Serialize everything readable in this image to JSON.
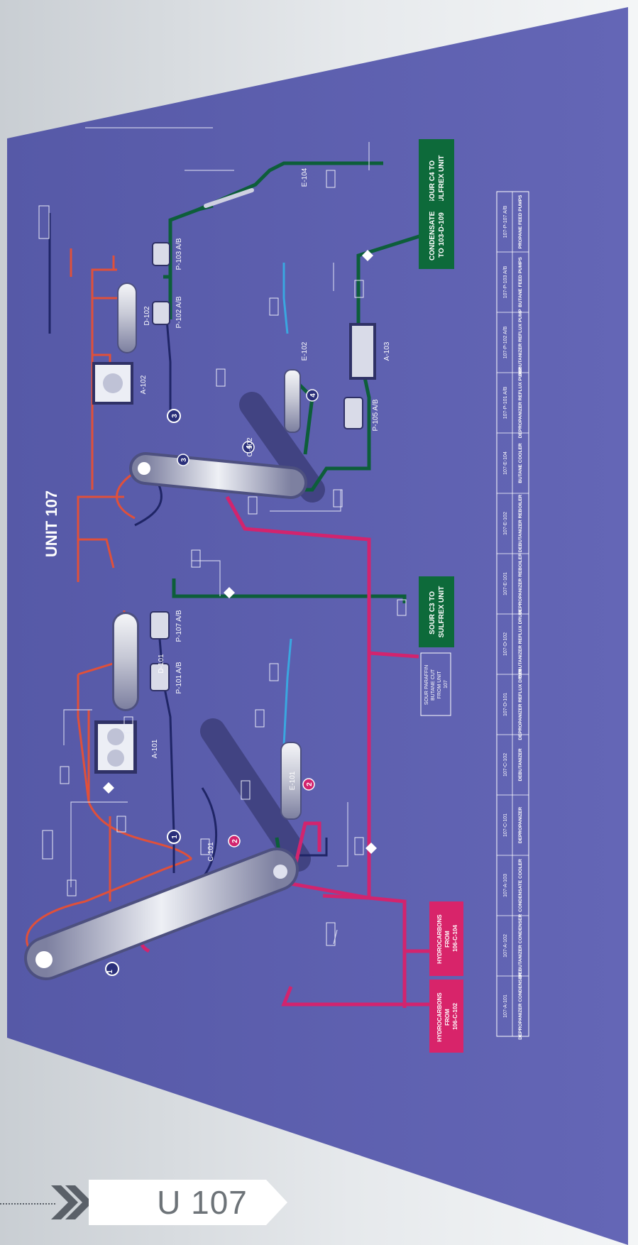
{
  "title": "UNIT 107",
  "footer_tag": "U 107",
  "colors": {
    "board": "#5c5fae",
    "red_line": "#e0503a",
    "green_line": "#0e5c3c",
    "navy_line": "#2a2f7a",
    "magenta_line": "#d2246e",
    "blue_line": "#3aa7e0",
    "green_box": "#0d6a3a",
    "magenta_box": "#d8246a"
  },
  "equipment": {
    "c101": "C-101",
    "c102": "C-102",
    "e101": "E-101",
    "e102": "E-102",
    "e104": "E-104",
    "a101": "A-101",
    "a102": "A-102",
    "a103": "A-103",
    "d101": "D-101",
    "d102": "D-102",
    "p101": "P-101 A/B",
    "p102": "P-102 A/B",
    "p103": "P-103 A/B",
    "p105": "P-105 A/B",
    "p107": "P-107 A/B"
  },
  "streams": {
    "sour_c4": [
      "SOUR C4 TO",
      "SULFREX UNIT"
    ],
    "condensate": [
      "CONDENSATE",
      "TO 103-D-109"
    ],
    "sour_c3": [
      "SOUR C3 TO",
      "SULFREX UNIT"
    ],
    "sour_butane": [
      "SOUR PARAFFIN",
      "BUTANE CUT",
      "FROM UNIT",
      "107"
    ],
    "hydro_1": [
      "HYDROCARBONS",
      "FROM",
      "106-C-104"
    ],
    "hydro_2": [
      "HYDROCARBONS",
      "FROM",
      "106-C-102"
    ]
  },
  "markers": [
    "1",
    "2",
    "3",
    "4"
  ],
  "legend": [
    {
      "code": "107-P-107 A/B",
      "desc": "PROPANE FEED PUMPS"
    },
    {
      "code": "107-P-103 A/B",
      "desc": "BUTANE FEED PUMPS"
    },
    {
      "code": "107-P-102 A/B",
      "desc": "DEBUTANIZER REFLUX PUMP"
    },
    {
      "code": "107-P-101 A/B",
      "desc": "DEPROPANIZER REFLUX PUMP"
    },
    {
      "code": "107-E-104",
      "desc": "BUTANE COOLER"
    },
    {
      "code": "107-E-102",
      "desc": "DEBUTANIZER REBOILER"
    },
    {
      "code": "107-E-101",
      "desc": "DEPROPANIZER REBOILER"
    },
    {
      "code": "107-D-102",
      "desc": "DEBUTANIZER REFLUX DRUM"
    },
    {
      "code": "107-D-101",
      "desc": "DEPROPANIZER REFLUX DRUM"
    },
    {
      "code": "107-C-102",
      "desc": "DEBUTANIZER"
    },
    {
      "code": "107-C-101",
      "desc": "DEPROPANIZER"
    },
    {
      "code": "107-A-103",
      "desc": "CONDENSATE COOLER"
    },
    {
      "code": "107-A-102",
      "desc": "DEBUTANIZER CONDENSER"
    },
    {
      "code": "107-A-101",
      "desc": "DEPROPANIZER CONDENSER"
    }
  ]
}
